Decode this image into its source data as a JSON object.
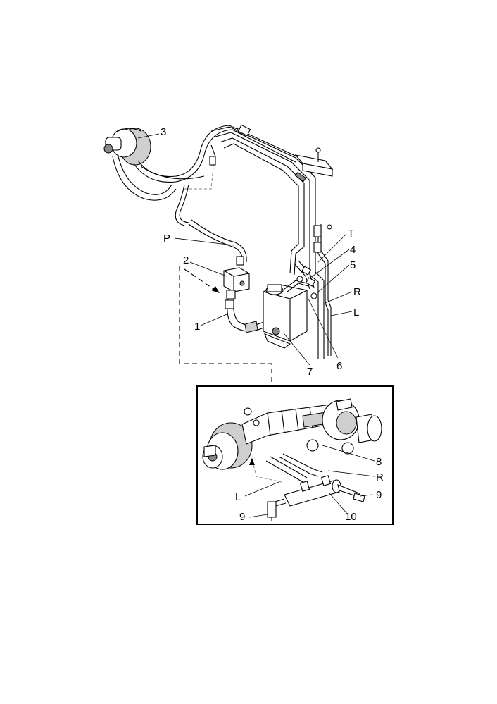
{
  "callouts": {
    "c1": "1",
    "c2": "2",
    "c3": "3",
    "c4": "4",
    "c5": "5",
    "c6": "6",
    "c7": "7",
    "c8": "8",
    "c9a": "9",
    "c9b": "9",
    "c10": "10",
    "cP": "P",
    "cT": "T",
    "cR": "R",
    "cL": "L",
    "cR2": "R",
    "cL2": "L"
  }
}
